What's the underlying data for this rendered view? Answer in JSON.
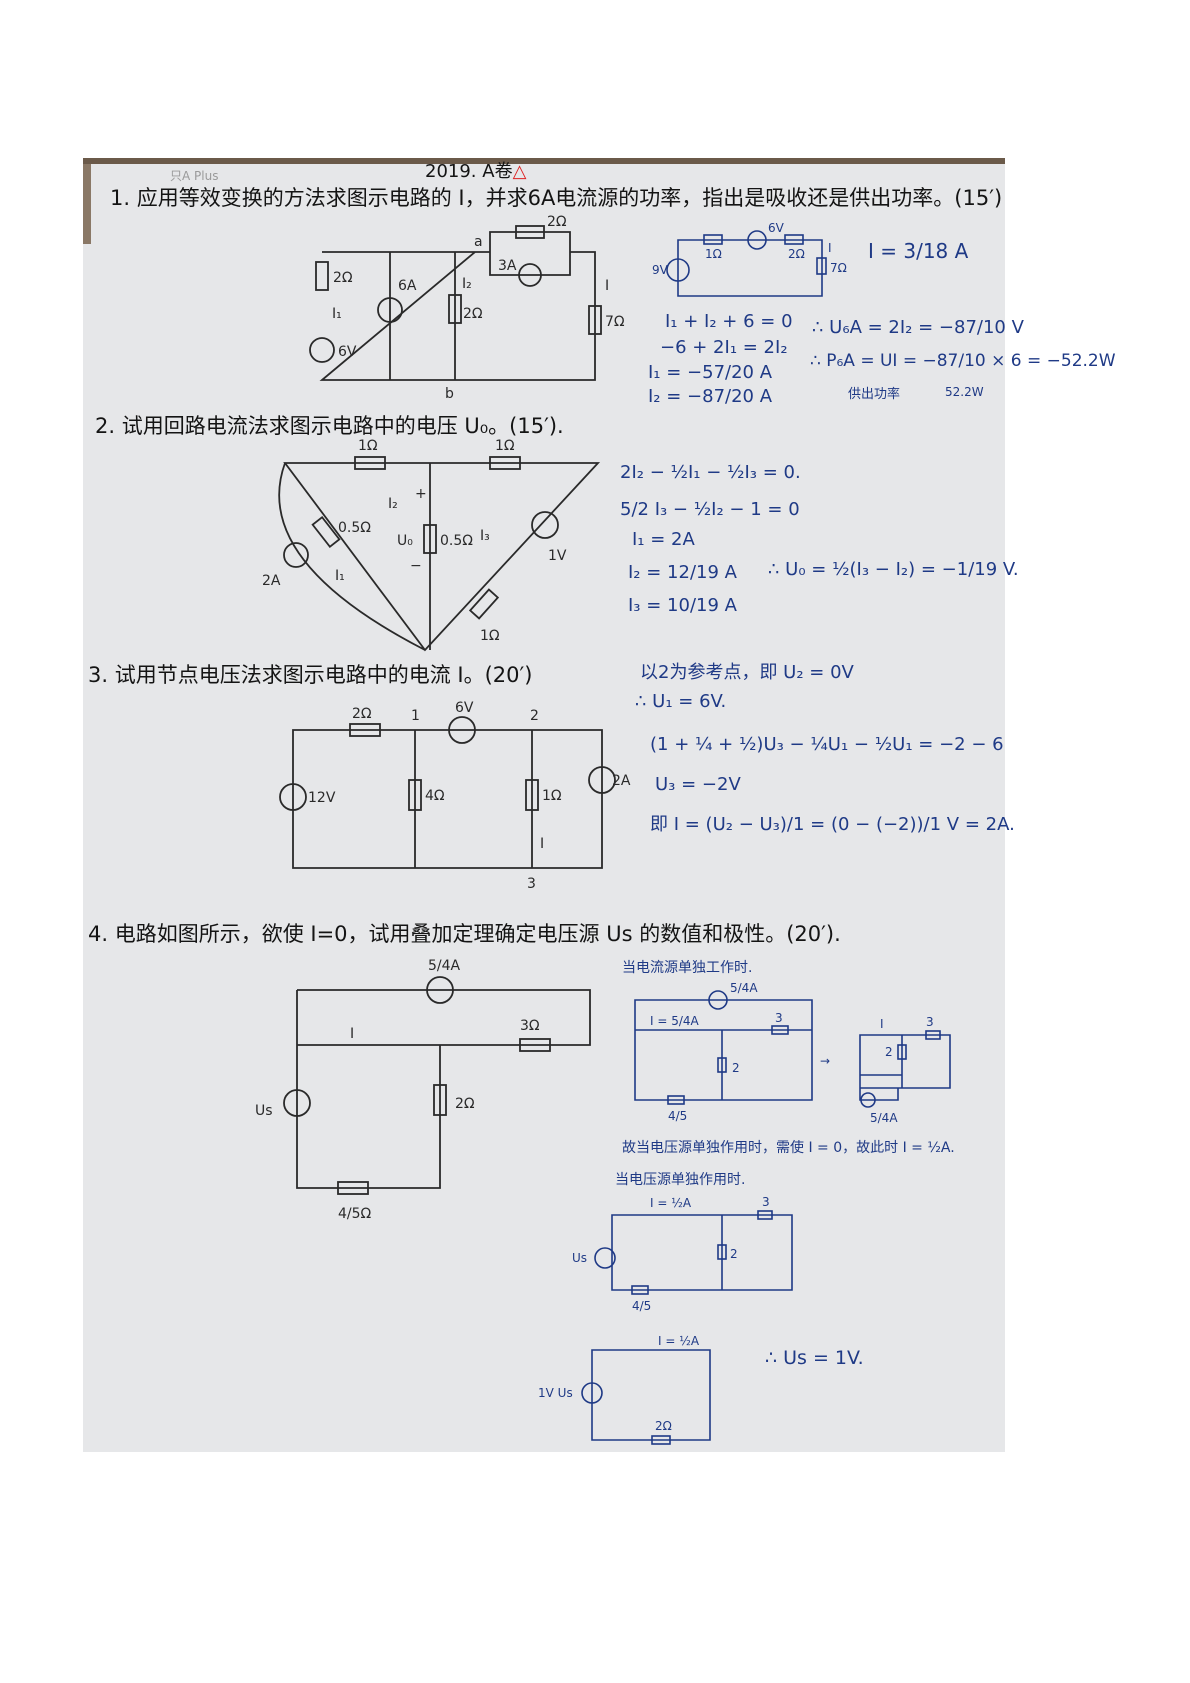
{
  "header": {
    "title": "2019. A卷",
    "mark": "△",
    "faint_note": "只A Plus"
  },
  "questions": [
    "1. 应用等效变换的方法求图示电路的 I，并求6A电流源的功率，指出是吸收还是供出功率。(15′)",
    "2. 试用回路电流法求图示电路中的电压 U₀。(15′).",
    "3. 试用节点电压法求图示电路中的电流 I。(20′)",
    "4. 电路如图所示，欲使 I=0，试用叠加定理确定电压源 Us 的数值和极性。(20′)."
  ],
  "answers": {
    "q1": [
      "I = 3/18 A",
      "I₁ + I₂ + 6 = 0",
      "−6 + 2I₁ = 2I₂",
      "I₁ = −57/20 A",
      "I₂ = −87/20 A",
      "∴ U₆A = 2I₂ = −87/10 V",
      "∴ P₆A = UI = −87/10 × 6 = −52.2W",
      "供出功率",
      "52.2W"
    ],
    "q2": [
      "2I₂ − ½I₁ − ½I₃ = 0.",
      "5/2 I₃ − ½I₂ − 1 = 0",
      "I₁ = 2A",
      "I₂ = 12/19 A",
      "I₃ = 10/19 A",
      "∴ U₀ = ½(I₃ − I₂) = −1/19 V."
    ],
    "q3": [
      "以2为参考点，即 U₂ = 0V",
      "∴ U₁ = 6V.",
      "(1 + ¼ + ½)U₃ − ¼U₁ − ½U₁ = −2 − 6",
      "U₃ = −2V",
      "即 I = (U₂ − U₃)/1 = (0 − (−2))/1 V = 2A."
    ],
    "q4": [
      "当电流源单独工作时.",
      "故当电压源单独作用时，需使 I = 0，故此时 I = ½A.",
      "当电压源单独作用时.",
      "∴ Us = 1V."
    ]
  },
  "circuit_labels": {
    "c1": {
      "r_left": "2Ω",
      "i1": "I₁",
      "v_src": "6V",
      "i_src": "6A",
      "r_mid": "2Ω",
      "i2": "I₂",
      "node_a": "a",
      "node_b": "b",
      "r_top": "2Ω",
      "i_src2": "3A",
      "i_out": "I",
      "r_right": "7Ω"
    },
    "c1a": {
      "v9": "9V",
      "r1": "1Ω",
      "v6": "6V",
      "r2": "2Ω",
      "i": "I",
      "r7": "7Ω"
    },
    "c2": {
      "r_top1": "1Ω",
      "r_top2": "1Ω",
      "r_diag": "0.5Ω",
      "r_mid": "0.5Ω",
      "u0": "U₀",
      "i1": "I₁",
      "i2": "I₂",
      "i3": "I₃",
      "i_src": "2A",
      "v_src": "1V",
      "r_bot": "1Ω",
      "plus": "+",
      "minus": "−"
    },
    "c3": {
      "r2": "2Ω",
      "n1": "1",
      "v6": "6V",
      "n2": "2",
      "v12": "12V",
      "r4": "4Ω",
      "r1": "1Ω",
      "i": "I",
      "i2a": "2A",
      "n3": "3"
    },
    "c4": {
      "i_src": "5/4A",
      "i": "I",
      "r3": "3Ω",
      "us": "Us",
      "r2": "2Ω",
      "r45": "4/5Ω"
    },
    "c4a": {
      "i_src": "5/4A",
      "i": "I = 5/4A",
      "r3": "3",
      "r2": "2",
      "r45": "4/5",
      "r2b": "2",
      "r3b": "3",
      "i1": "I",
      "i_src2": "5/4A"
    },
    "c4b": {
      "i": "I = ½A",
      "r3": "3",
      "r2": "2",
      "us": "Us",
      "r45": "4/5"
    },
    "c4c": {
      "i": "I = ½A",
      "src": "1V Us",
      "r": "2Ω"
    }
  }
}
